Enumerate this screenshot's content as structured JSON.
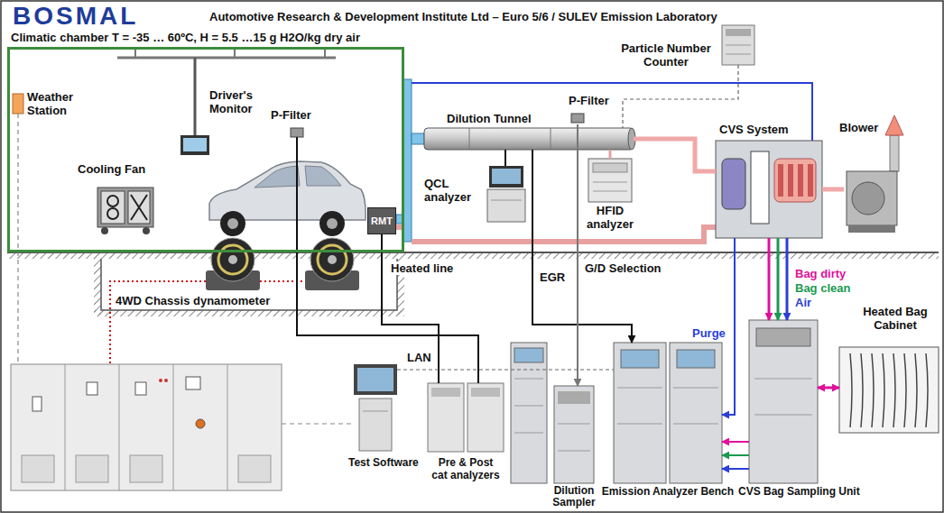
{
  "diagram": {
    "title": "Automotive Research & Development Institute Ltd – Euro 5/6 / SULEV Emission Laboratory",
    "nodes": [
      {
        "text": [
          "Climatic chamber T = -35 … 60ºC, H = 5.5 …15 g H2O/kg dry air"
        ]
      },
      {
        "text": [
          "Weather Station"
        ],
        "in": 0
      },
      {
        "text": [
          "Driver's Monitor"
        ],
        "in": 0
      },
      {
        "text": [
          "Cooling Fan"
        ],
        "in": 0
      },
      {
        "text": [
          "P-Filter"
        ],
        "in": 0
      },
      {
        "text": [
          "RMT"
        ],
        "in": 0
      },
      {
        "text": [
          "Dilution Tunnel"
        ]
      },
      {
        "text": [
          "Particle Number Counter"
        ]
      },
      {
        "text": [
          "P-Filter"
        ]
      },
      {
        "text": [
          "QCL analyzer"
        ]
      },
      {
        "text": [
          "HFID analyzer"
        ]
      },
      {
        "text": [
          "CVS System"
        ]
      },
      {
        "text": [
          "Blower"
        ]
      },
      {
        "text": [
          "4WD Chassis dynamometer"
        ]
      },
      {
        "text": [
          "Test Software"
        ]
      },
      {
        "text": [
          "Pre & Post cat analyzers"
        ]
      },
      {
        "text": [
          "Dilution Sampler"
        ]
      },
      {
        "text": [
          "Emission Analyzer Bench"
        ]
      },
      {
        "text": [
          "CVS Bag Sampling Unit"
        ]
      },
      {
        "text": [
          "Heated Bag Cabinet"
        ]
      }
    ],
    "edges": [
      {
        "from": 5,
        "to": 15,
        "label": "Heated line",
        "arrow": "none"
      },
      {
        "from": 4,
        "to": 15,
        "arrow": "none"
      },
      {
        "from": 6,
        "to": 17,
        "label": "EGR",
        "arrow": "to"
      },
      {
        "from": 8,
        "to": 16,
        "label": "G/D Selection",
        "arrow": "to"
      },
      {
        "from": 11,
        "to": 17,
        "label": "Purge",
        "arrow": "to"
      },
      {
        "from": 11,
        "to": 18,
        "label": "Bag dirty",
        "arrow": "to"
      },
      {
        "from": 11,
        "to": 18,
        "label": "Bag clean",
        "arrow": "to"
      },
      {
        "from": 11,
        "to": 18,
        "label": "Air",
        "arrow": "to"
      },
      {
        "from": 18,
        "to": 19,
        "arrow": "both"
      },
      {
        "from": 6,
        "to": 11,
        "arrow": "none"
      },
      {
        "from": 11,
        "to": 12,
        "arrow": "none"
      },
      {
        "from": 7,
        "to": 6,
        "arrow": "none"
      },
      {
        "from": 6,
        "to": 9,
        "arrow": "none"
      },
      {
        "from": 6,
        "to": 10,
        "arrow": "none"
      },
      {
        "from": 14,
        "to": 17,
        "label": "LAN",
        "arrow": "none"
      },
      {
        "from": 18,
        "to": 17,
        "arrow": "to"
      },
      {
        "from": 18,
        "to": 17,
        "arrow": "to"
      },
      {
        "from": 18,
        "to": 17,
        "arrow": "to"
      }
    ],
    "labels": [
      "BOSMAL"
    ]
  }
}
